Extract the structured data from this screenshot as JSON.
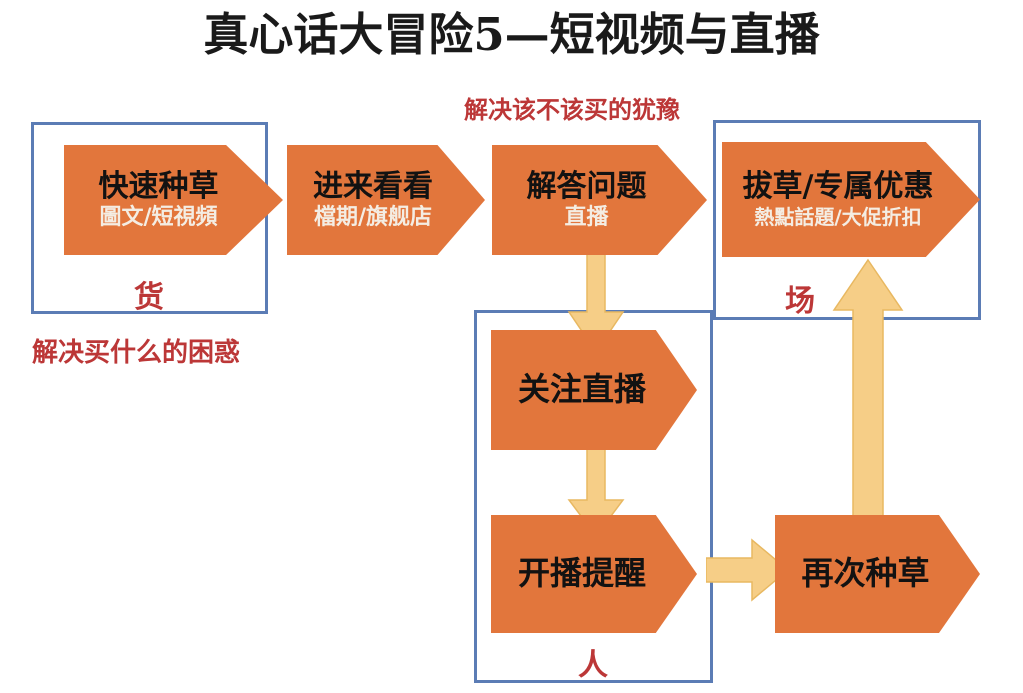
{
  "title": "真心话大冒险5—短视频与直播",
  "colors": {
    "chevron_fill": "#E2763C",
    "frame_border": "#5B7CB5",
    "arrow_fill": "#F6CE87",
    "arrow_stroke": "#E8B861",
    "annotation_red": "#BC3737",
    "main_text": "#121212",
    "sub_text": "#F4EDE3",
    "background": "#FFFFFF"
  },
  "flow": {
    "top_row": [
      {
        "id": "fast-seeding",
        "main": "快速种草",
        "sub": "圖文/短視頻"
      },
      {
        "id": "come-and-look",
        "main": "进来看看",
        "sub": "檔期/旗舰店"
      },
      {
        "id": "answer-question",
        "main": "解答问题",
        "sub": "直播"
      },
      {
        "id": "pull-grass",
        "main": "拔草/专属优惠",
        "sub": "熱點話題/大促折扣"
      }
    ],
    "lower_column": [
      {
        "id": "follow-live",
        "main": "关注直播",
        "sub": ""
      },
      {
        "id": "live-reminder",
        "main": "开播提醒",
        "sub": ""
      }
    ],
    "lower_right": [
      {
        "id": "seed-again",
        "main": "再次种草",
        "sub": ""
      }
    ]
  },
  "frames": {
    "goods": {
      "id": "goods-frame",
      "label": "货"
    },
    "venue": {
      "id": "venue-frame",
      "label": "场"
    },
    "people": {
      "id": "people-frame",
      "label": "人"
    }
  },
  "annotations": {
    "what_to_buy": "解决买什么的困惑",
    "should_buy": "解决该不该买的犹豫"
  },
  "arrows": [
    {
      "id": "arrow-answer-to-follow",
      "direction": "down",
      "from": "answer-question",
      "to": "follow-live"
    },
    {
      "id": "arrow-follow-to-reminder",
      "direction": "down",
      "from": "follow-live",
      "to": "live-reminder"
    },
    {
      "id": "arrow-reminder-to-seed-again",
      "direction": "right",
      "from": "live-reminder",
      "to": "seed-again"
    },
    {
      "id": "arrow-seed-again-to-pull-grass",
      "direction": "up",
      "from": "seed-again",
      "to": "pull-grass"
    }
  ]
}
